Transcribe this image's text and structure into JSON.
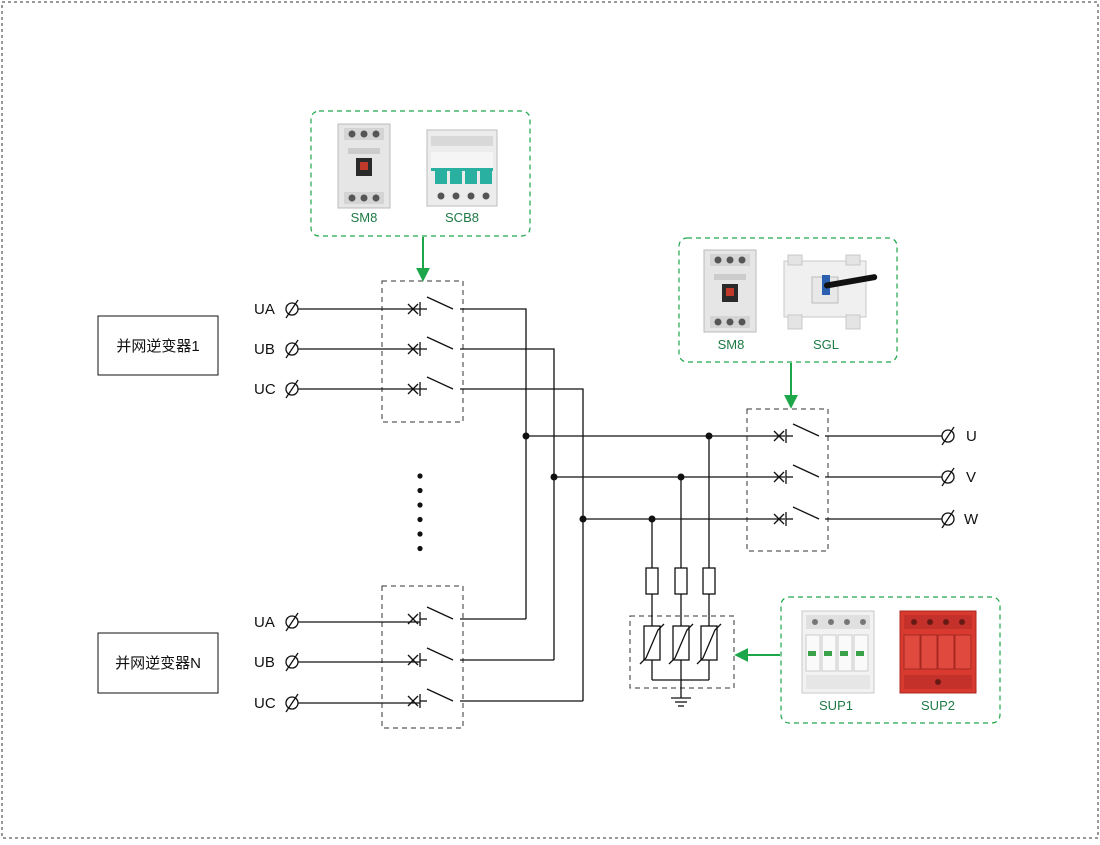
{
  "colors": {
    "line": "#111111",
    "accent_green": "#1ea64b",
    "label_green": "#1e7a45",
    "dashed": "#333333",
    "breaker_body": "#e8e8e8",
    "breaker_window": "#2a2a2a",
    "mcb_teal": "#2ab0a0",
    "spd_white_accent": "#3aa24b",
    "spd_red": "#d83a2f"
  },
  "inverters": [
    {
      "label": "并网逆变器1",
      "terminals": [
        "UA",
        "UB",
        "UC"
      ]
    },
    {
      "label": "并网逆变器N",
      "terminals": [
        "UA",
        "UB",
        "UC"
      ]
    }
  ],
  "outputs": [
    "U",
    "V",
    "W"
  ],
  "product_groups": {
    "inverter_breakers": {
      "products": [
        {
          "label": "SM8",
          "icon": "molded-case-breaker-icon"
        },
        {
          "label": "SCB8",
          "icon": "miniature-breaker-icon"
        }
      ]
    },
    "output_switches": {
      "products": [
        {
          "label": "SM8",
          "icon": "molded-case-breaker-icon"
        },
        {
          "label": "SGL",
          "icon": "load-isolation-switch-icon"
        }
      ]
    },
    "surge_protectors": {
      "products": [
        {
          "label": "SUP1",
          "icon": "surge-protector-white-icon"
        },
        {
          "label": "SUP2",
          "icon": "surge-protector-red-icon"
        }
      ]
    }
  },
  "ellipsis_dots": 6
}
